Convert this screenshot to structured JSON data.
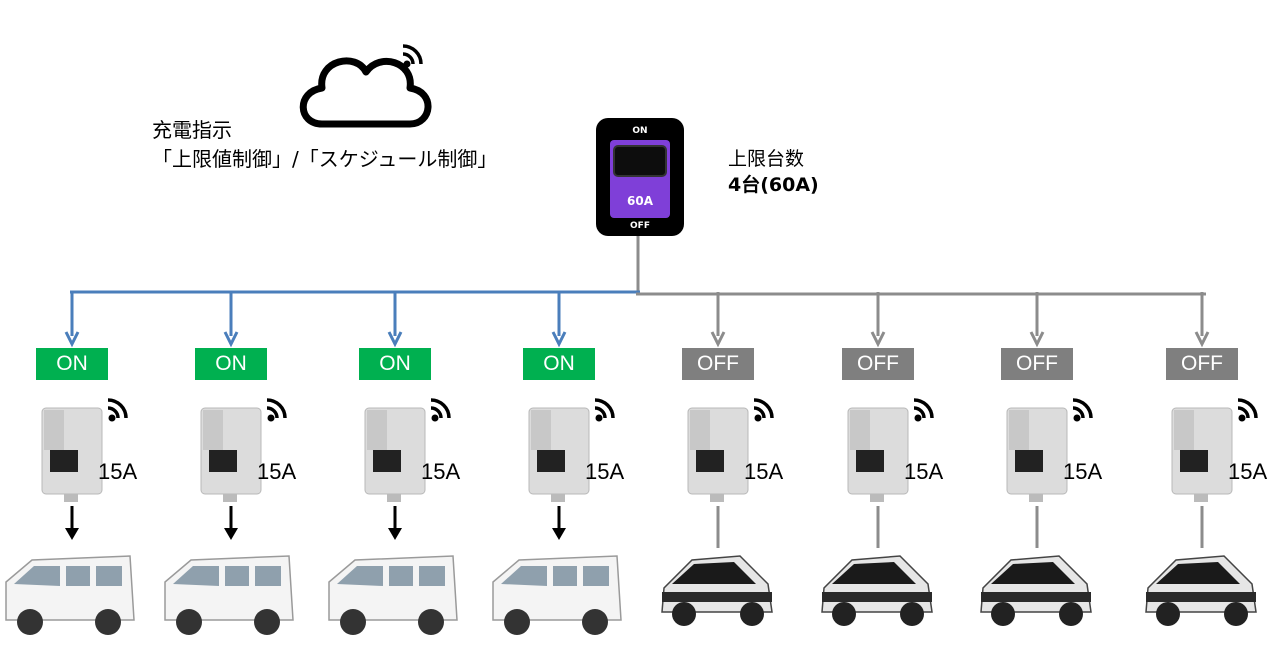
{
  "colors": {
    "on": "#00b050",
    "off": "#7f7f7f",
    "line_on": "#4a7ebb",
    "line_off": "#8c8c8c",
    "breaker_purple": "#7f3fd8"
  },
  "instruction": {
    "line1": "充電指示",
    "line2": "「上限値制御」/「スケジュール制御」"
  },
  "main_breaker": {
    "top_label": "ON",
    "rating": "60A",
    "bottom_label": "OFF"
  },
  "limit": {
    "line1": "上限台数",
    "line2": "4台(60A)"
  },
  "icons": {
    "cloud": "cloud-icon",
    "signal": "wifi-signal-icon"
  },
  "chargers": [
    {
      "status": "ON",
      "amp": "15A",
      "vehicle": "van"
    },
    {
      "status": "ON",
      "amp": "15A",
      "vehicle": "van"
    },
    {
      "status": "ON",
      "amp": "15A",
      "vehicle": "van"
    },
    {
      "status": "ON",
      "amp": "15A",
      "vehicle": "van"
    },
    {
      "status": "OFF",
      "amp": "15A",
      "vehicle": "kei-ev"
    },
    {
      "status": "OFF",
      "amp": "15A",
      "vehicle": "kei-ev"
    },
    {
      "status": "OFF",
      "amp": "15A",
      "vehicle": "kei-ev"
    },
    {
      "status": "OFF",
      "amp": "15A",
      "vehicle": "kei-ev"
    }
  ]
}
